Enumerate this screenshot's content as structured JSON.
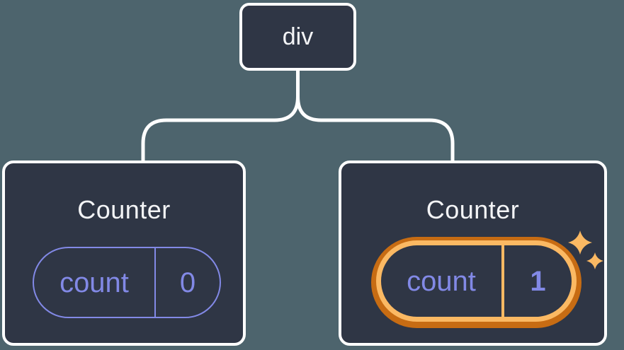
{
  "diagram": {
    "description": "Component tree: a div root with two Counter children; the second Counter's count state just updated",
    "root_node": {
      "label": "div"
    },
    "children": [
      {
        "title": "Counter",
        "state": {
          "name": "count",
          "value": "0"
        },
        "highlighted": false
      },
      {
        "title": "Counter",
        "state": {
          "name": "count",
          "value": "1"
        },
        "highlighted": true
      }
    ]
  },
  "icons": {
    "sparkle": {
      "name": "sparkle-icon",
      "glyph": "✦",
      "color": "#fbb963"
    }
  },
  "palette": {
    "canvas_background": "#4d646d",
    "node_fill": "#2f3645",
    "node_border": "#ffffff",
    "connector": "#ffffff",
    "title_text": "#f3f4f6",
    "state_purple": "#8289e6",
    "highlight_light_orange": "#fbb963",
    "highlight_dark_orange": "#c76c13"
  }
}
